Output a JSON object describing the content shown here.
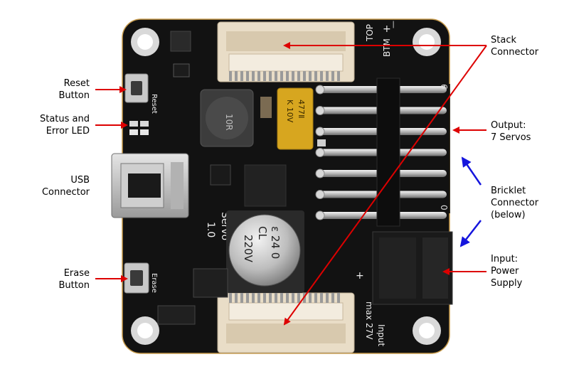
{
  "board": {
    "silkscreen": {
      "model": "Servo",
      "version": "1.0",
      "reset": "Reset",
      "erase": "Erase",
      "top": "TOP",
      "bottom": "BTM",
      "plus": "+",
      "minus": "—",
      "input_top": "Input",
      "input_bottom": "max 27V",
      "servo_index_top": "6",
      "servo_index_bottom": "0",
      "inductor": "10R",
      "cap_tantalum_1": "477Ⅱ",
      "cap_tantalum_2": "K 10V",
      "cap_electrolytic_1": "CL",
      "cap_electrolytic_2": "220V",
      "cap_electrolytic_3": "ε 24 0"
    }
  },
  "colors": {
    "pcb": "#121212",
    "arrow_red": "#dd0000",
    "arrow_blue": "#1515dd",
    "connector": "#e9ddc7",
    "gold": "#c79a4a"
  },
  "labels": {
    "reset": [
      "Reset",
      "Button"
    ],
    "status": [
      "Status and",
      "Error LED"
    ],
    "usb": [
      "USB",
      "Connector"
    ],
    "erase": [
      "Erase",
      "Button"
    ],
    "stack": [
      "Stack",
      "Connector"
    ],
    "output": [
      "Output:",
      "7 Servos"
    ],
    "bricklet": [
      "Bricklet",
      "Connector",
      "(below)"
    ],
    "input": [
      "Input:",
      "Power",
      "Supply"
    ]
  }
}
